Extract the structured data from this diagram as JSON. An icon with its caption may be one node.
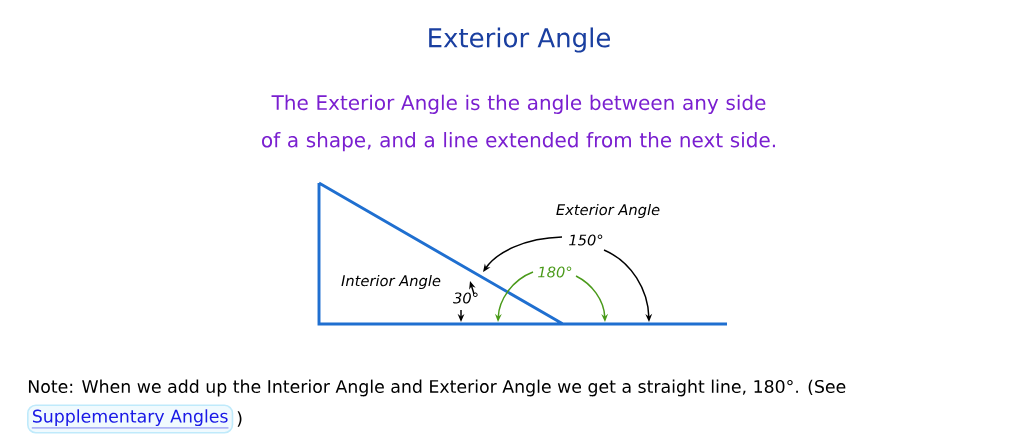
{
  "diagram": {
    "title": "Exterior Angle",
    "labels": [
      "The Exterior Angle is the angle between any side of a shape, and a line extended from the next side.",
      "Exterior Angle",
      "150°",
      "180°",
      "Interior Angle",
      "30°",
      "Note: When we add up the Interior Angle and Exterior Angle we get a straight line, 180°. (See",
      "Supplementary Angles",
      ")"
    ]
  }
}
